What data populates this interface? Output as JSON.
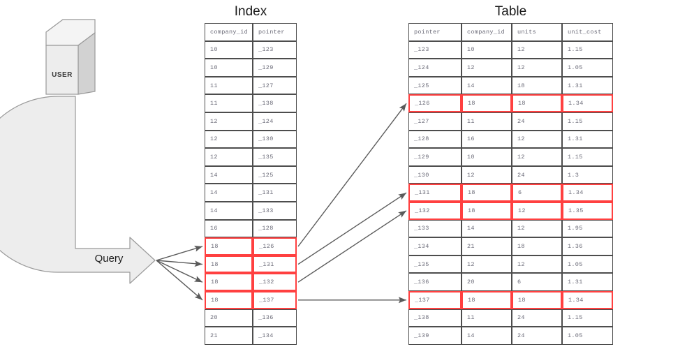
{
  "diagram": {
    "type": "database-index-lookup",
    "background": "#ffffff",
    "highlight_color": "#ff4040",
    "border_color": "#4d4d4d",
    "shape_fill": "#ededed",
    "shape_stroke": "#999999"
  },
  "actor": {
    "label": "USER",
    "shape": "cube-3d",
    "icon": "user-cube-icon"
  },
  "query": {
    "label": "Query",
    "shape": "bent-arrow"
  },
  "index": {
    "title": "Index",
    "columns": [
      "company_id",
      "pointer"
    ],
    "rows": [
      {
        "company_id": "10",
        "pointer": "_123",
        "highlight": false
      },
      {
        "company_id": "10",
        "pointer": "_129",
        "highlight": false
      },
      {
        "company_id": "11",
        "pointer": "_127",
        "highlight": false
      },
      {
        "company_id": "11",
        "pointer": "_138",
        "highlight": false
      },
      {
        "company_id": "12",
        "pointer": "_124",
        "highlight": false
      },
      {
        "company_id": "12",
        "pointer": "_130",
        "highlight": false
      },
      {
        "company_id": "12",
        "pointer": "_135",
        "highlight": false
      },
      {
        "company_id": "14",
        "pointer": "_125",
        "highlight": false
      },
      {
        "company_id": "14",
        "pointer": "_131",
        "highlight": false
      },
      {
        "company_id": "14",
        "pointer": "_133",
        "highlight": false
      },
      {
        "company_id": "16",
        "pointer": "_128",
        "highlight": false
      },
      {
        "company_id": "18",
        "pointer": "_126",
        "highlight": true
      },
      {
        "company_id": "18",
        "pointer": "_131",
        "highlight": true
      },
      {
        "company_id": "18",
        "pointer": "_132",
        "highlight": true
      },
      {
        "company_id": "18",
        "pointer": "_137",
        "highlight": true
      },
      {
        "company_id": "20",
        "pointer": "_136",
        "highlight": false
      },
      {
        "company_id": "21",
        "pointer": "_134",
        "highlight": false
      }
    ]
  },
  "table": {
    "title": "Table",
    "columns": [
      "pointer",
      "company_id",
      "units",
      "unit_cost"
    ],
    "rows": [
      {
        "pointer": "_123",
        "company_id": "10",
        "units": "12",
        "unit_cost": "1.15",
        "highlight": false
      },
      {
        "pointer": "_124",
        "company_id": "12",
        "units": "12",
        "unit_cost": "1.05",
        "highlight": false
      },
      {
        "pointer": "_125",
        "company_id": "14",
        "units": "18",
        "unit_cost": "1.31",
        "highlight": false
      },
      {
        "pointer": "_126",
        "company_id": "18",
        "units": "18",
        "unit_cost": "1.34",
        "highlight": true
      },
      {
        "pointer": "_127",
        "company_id": "11",
        "units": "24",
        "unit_cost": "1.15",
        "highlight": false
      },
      {
        "pointer": "_128",
        "company_id": "16",
        "units": "12",
        "unit_cost": "1.31",
        "highlight": false
      },
      {
        "pointer": "_129",
        "company_id": "10",
        "units": "12",
        "unit_cost": "1.15",
        "highlight": false
      },
      {
        "pointer": "_130",
        "company_id": "12",
        "units": "24",
        "unit_cost": "1.3",
        "highlight": false
      },
      {
        "pointer": "_131",
        "company_id": "18",
        "units": "6",
        "unit_cost": "1.34",
        "highlight": true
      },
      {
        "pointer": "_132",
        "company_id": "18",
        "units": "12",
        "unit_cost": "1.35",
        "highlight": true
      },
      {
        "pointer": "_133",
        "company_id": "14",
        "units": "12",
        "unit_cost": "1.95",
        "highlight": false
      },
      {
        "pointer": "_134",
        "company_id": "21",
        "units": "18",
        "unit_cost": "1.36",
        "highlight": false
      },
      {
        "pointer": "_135",
        "company_id": "12",
        "units": "12",
        "unit_cost": "1.05",
        "highlight": false
      },
      {
        "pointer": "_136",
        "company_id": "20",
        "units": "6",
        "unit_cost": "1.31",
        "highlight": false
      },
      {
        "pointer": "_137",
        "company_id": "18",
        "units": "18",
        "unit_cost": "1.34",
        "highlight": true
      },
      {
        "pointer": "_138",
        "company_id": "11",
        "units": "24",
        "unit_cost": "1.15",
        "highlight": false
      },
      {
        "pointer": "_139",
        "company_id": "14",
        "units": "24",
        "unit_cost": "1.05",
        "highlight": false
      }
    ]
  },
  "connections": [
    {
      "from_pointer": "_126",
      "to_pointer": "_126"
    },
    {
      "from_pointer": "_131",
      "to_pointer": "_131"
    },
    {
      "from_pointer": "_132",
      "to_pointer": "_132"
    },
    {
      "from_pointer": "_137",
      "to_pointer": "_137"
    }
  ]
}
